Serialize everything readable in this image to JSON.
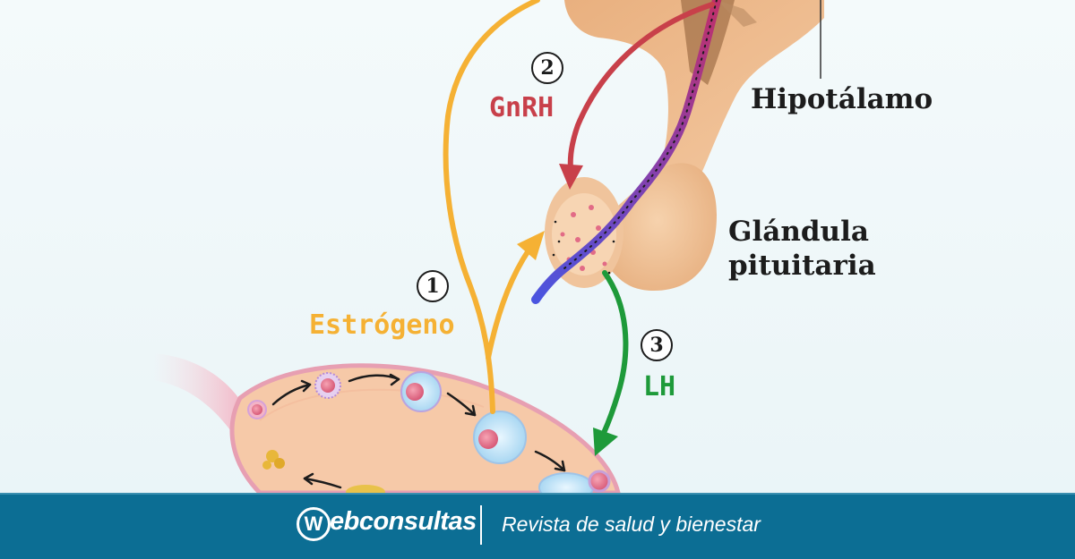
{
  "labels": {
    "hypothalamus": "Hipotálamo",
    "pituitary_line1": "Glándula",
    "pituitary_line2": "pituitaria",
    "estrogen": "Estrógeno",
    "gnrh": "GnRH",
    "lh": "LH"
  },
  "steps": {
    "one": "1",
    "two": "2",
    "three": "3"
  },
  "colors": {
    "estrogen": "#f5b134",
    "gnrh": "#c8404a",
    "lh": "#1e9a3a",
    "footer_bg": "#0c6e94",
    "tissue": "#f2c49b"
  },
  "footer": {
    "logo_mark": "W",
    "logo_text": "ebconsultas",
    "tagline": "Revista de salud y bienestar"
  }
}
